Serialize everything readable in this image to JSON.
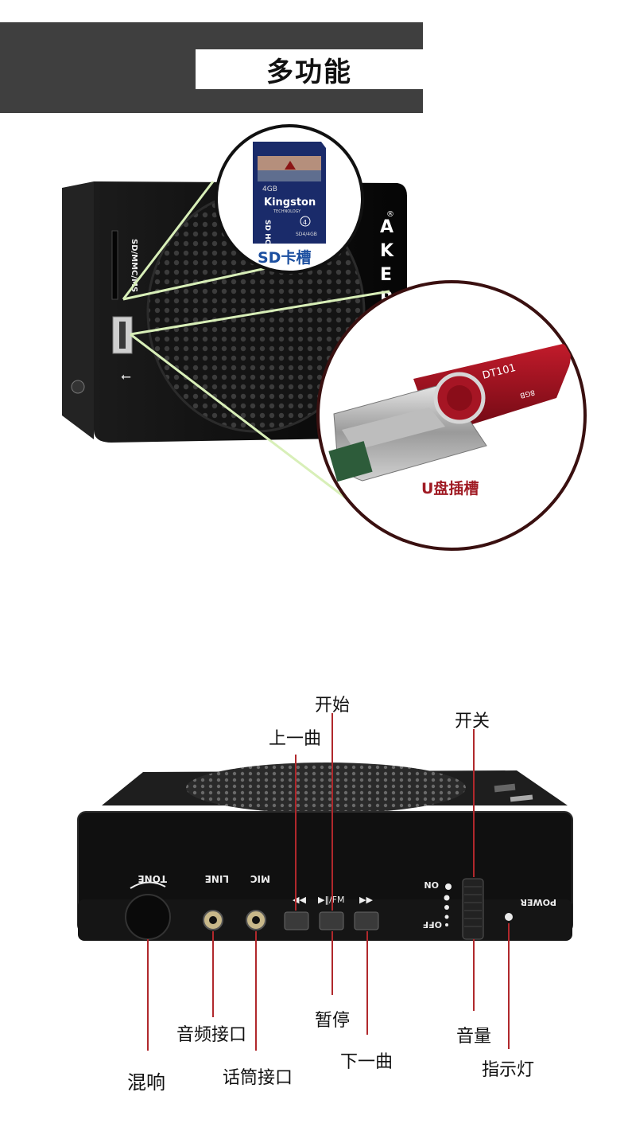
{
  "header": {
    "title": "多功能"
  },
  "top_section": {
    "device_side_label": "SD/MMC/MS",
    "device_brand_letters": [
      "A",
      "K",
      "E",
      "R"
    ],
    "registered_mark": "®",
    "sd_card": {
      "capacity": "4GB",
      "brand": "Kingston",
      "brand_sub": "TECHNOLOGY",
      "logo": "SD HC",
      "class": "4",
      "model": "SD4/4GB",
      "caption": "SD卡槽"
    },
    "usb_drive": {
      "model": "DT101",
      "capacity": "8GB",
      "caption": "U盘插槽"
    }
  },
  "bottom_section": {
    "panel": {
      "tone": "TONE",
      "line": "LINE",
      "mic": "MIC",
      "on": "ON",
      "off": "OFF",
      "power": "POWER",
      "play_symbol": "▶‖/FM"
    },
    "callouts": {
      "start": "开始",
      "prev": "上一曲",
      "switch": "开关",
      "pause": "暂停",
      "audio_in": "音频接口",
      "volume": "音量",
      "next": "下一曲",
      "indicator": "指示灯",
      "reverb": "混响",
      "mic_in": "话筒接口"
    }
  }
}
